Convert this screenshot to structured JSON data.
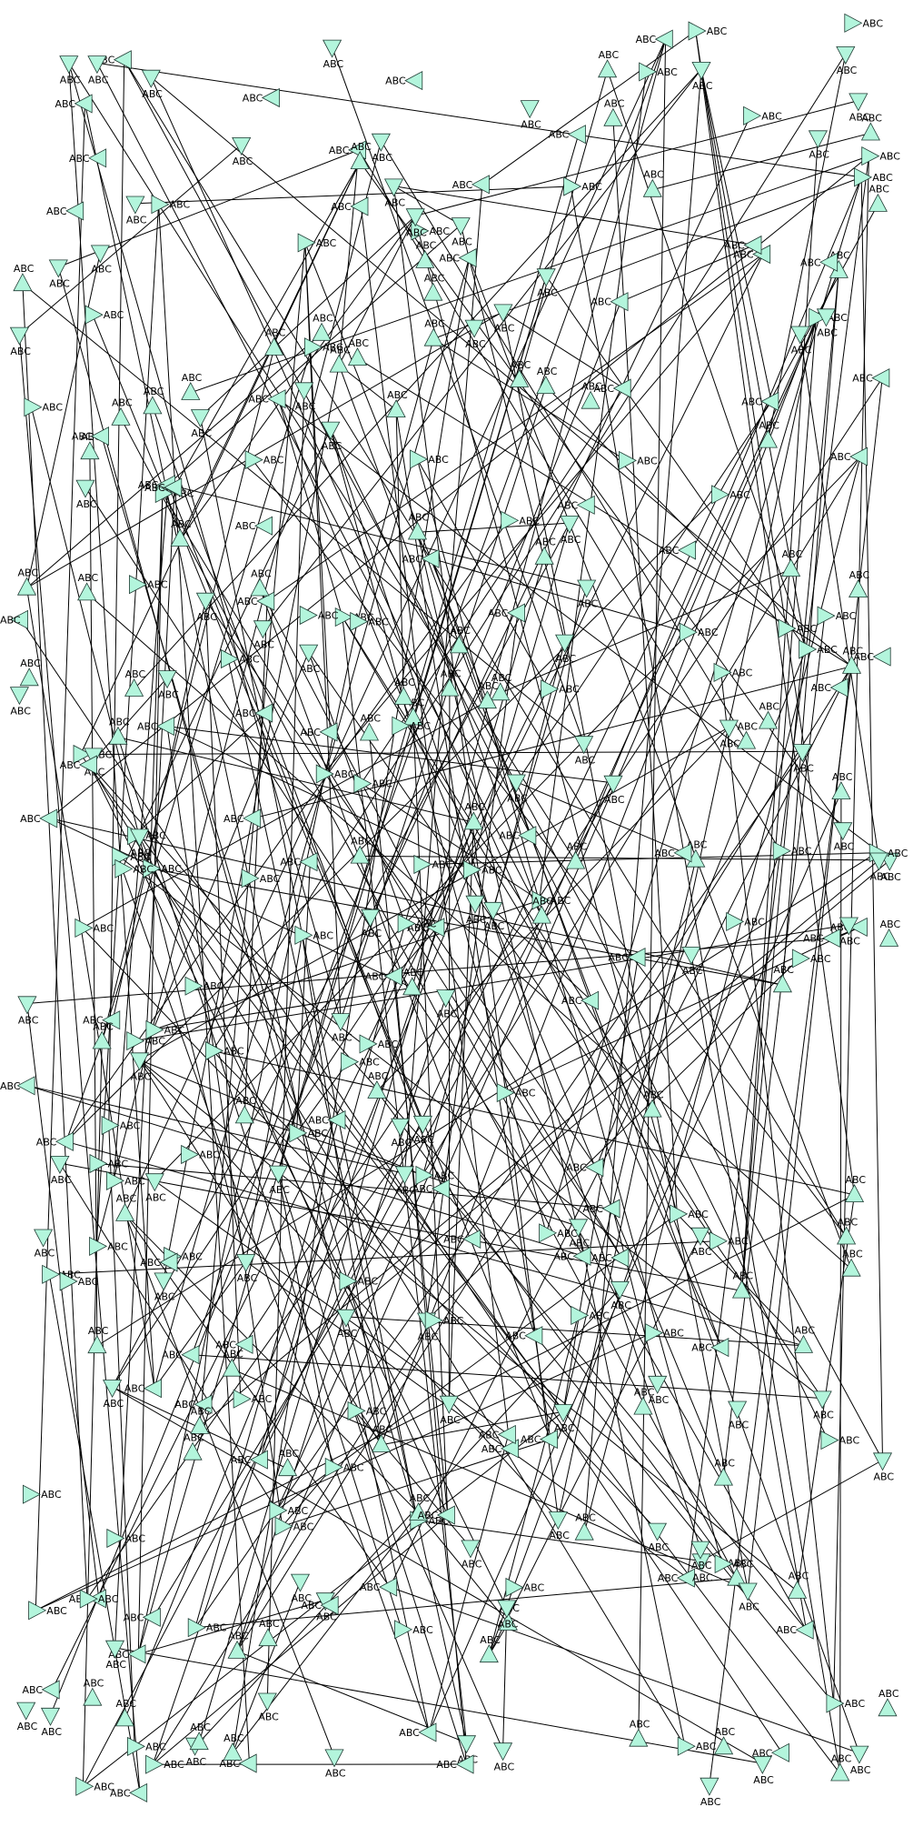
{
  "graph": {
    "node_label": "ABC",
    "node_fill": "#b3f5dc",
    "node_stroke": "#1f3b33",
    "edge_color": "#000000",
    "node_count": 360,
    "edge_count": 320
  }
}
